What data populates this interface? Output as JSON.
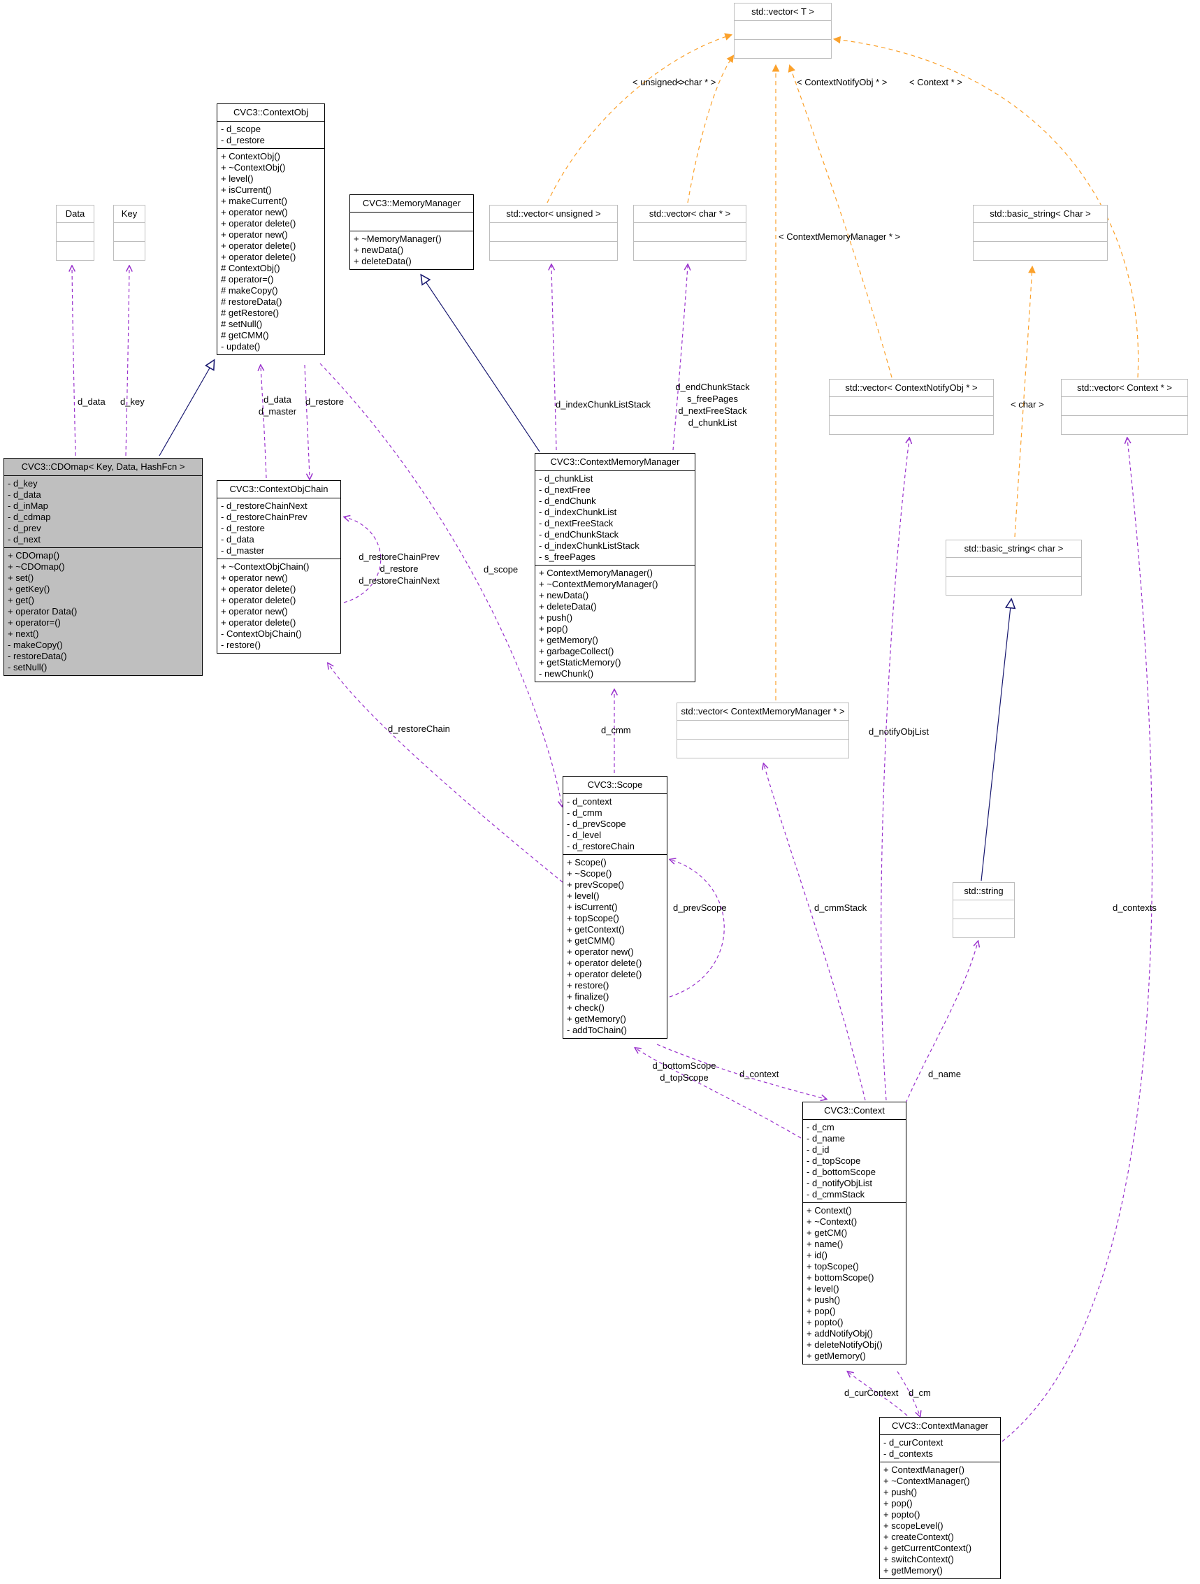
{
  "colors": {
    "usage_edge": "#9a32cd",
    "inheritance_edge": "#191970",
    "template_edge": "#fba12b",
    "focus_class_fill": "#bfbfbf",
    "class_border": "#000000",
    "std_class_border": "#bdbdbd"
  },
  "classes": {
    "vector_t": {
      "title": "std::vector< T >",
      "attributes": [],
      "methods": []
    },
    "data": {
      "title": "Data",
      "attributes": [],
      "methods": []
    },
    "key": {
      "title": "Key",
      "attributes": [],
      "methods": []
    },
    "context_obj": {
      "title": "CVC3::ContextObj",
      "attributes": [
        "- d_scope",
        "- d_restore"
      ],
      "methods": [
        "+ ContextObj()",
        "+ ~ContextObj()",
        "+ level()",
        "+ isCurrent()",
        "+ makeCurrent()",
        "+ operator new()",
        "+ operator delete()",
        "+ operator new()",
        "+ operator delete()",
        "+ operator delete()",
        "# ContextObj()",
        "# operator=()",
        "# makeCopy()",
        "# restoreData()",
        "# getRestore()",
        "# setNull()",
        "# getCMM()",
        "- update()"
      ]
    },
    "memory_manager": {
      "title": "CVC3::MemoryManager",
      "attributes": [],
      "methods": [
        "+ ~MemoryManager()",
        "+ newData()",
        "+ deleteData()"
      ]
    },
    "vector_unsigned": {
      "title": "std::vector< unsigned >",
      "attributes": [],
      "methods": []
    },
    "vector_char_ptr": {
      "title": "std::vector< char * >",
      "attributes": [],
      "methods": []
    },
    "basic_string_big_char": {
      "title": "std::basic_string< Char >",
      "attributes": [],
      "methods": []
    },
    "cdomap": {
      "title": "CVC3::CDOmap< Key, Data, HashFcn >",
      "attributes": [
        "- d_key",
        "- d_data",
        "- d_inMap",
        "- d_cdmap",
        "- d_prev",
        "- d_next"
      ],
      "methods": [
        "+ CDOmap()",
        "+ ~CDOmap()",
        "+ set()",
        "+ getKey()",
        "+ get()",
        "+ operator Data()",
        "+ operator=()",
        "+ next()",
        "- makeCopy()",
        "- restoreData()",
        "- setNull()"
      ]
    },
    "context_obj_chain": {
      "title": "CVC3::ContextObjChain",
      "attributes": [
        "- d_restoreChainNext",
        "- d_restoreChainPrev",
        "- d_restore",
        "- d_data",
        "- d_master"
      ],
      "methods": [
        "+ ~ContextObjChain()",
        "+ operator new()",
        "+ operator delete()",
        "+ operator delete()",
        "+ operator new()",
        "+ operator delete()",
        "- ContextObjChain()",
        "- restore()"
      ]
    },
    "context_memory_manager": {
      "title": "CVC3::ContextMemoryManager",
      "attributes": [
        "- d_chunkList",
        "- d_nextFree",
        "- d_endChunk",
        "- d_indexChunkList",
        "- d_nextFreeStack",
        "- d_endChunkStack",
        "- d_indexChunkListStack",
        "- s_freePages"
      ],
      "methods": [
        "+ ContextMemoryManager()",
        "+ ~ContextMemoryManager()",
        "+ newData()",
        "+ deleteData()",
        "+ push()",
        "+ pop()",
        "+ getMemory()",
        "+ garbageCollect()",
        "+ getStaticMemory()",
        "- newChunk()"
      ]
    },
    "vector_context_notify_obj": {
      "title": "std::vector< ContextNotifyObj * >",
      "attributes": [],
      "methods": []
    },
    "vector_context_ptr": {
      "title": "std::vector< Context * >",
      "attributes": [],
      "methods": []
    },
    "basic_string_char": {
      "title": "std::basic_string< char >",
      "attributes": [],
      "methods": []
    },
    "vector_cmm_ptr": {
      "title": "std::vector< ContextMemoryManager * >",
      "attributes": [],
      "methods": []
    },
    "scope": {
      "title": "CVC3::Scope",
      "attributes": [
        "- d_context",
        "- d_cmm",
        "- d_prevScope",
        "- d_level",
        "- d_restoreChain"
      ],
      "methods": [
        "+ Scope()",
        "+ ~Scope()",
        "+ prevScope()",
        "+ level()",
        "+ isCurrent()",
        "+ topScope()",
        "+ getContext()",
        "+ getCMM()",
        "+ operator new()",
        "+ operator delete()",
        "+ operator delete()",
        "+ restore()",
        "+ finalize()",
        "+ check()",
        "+ getMemory()",
        "- addToChain()"
      ]
    },
    "std_string": {
      "title": "std::string",
      "attributes": [],
      "methods": []
    },
    "context": {
      "title": "CVC3::Context",
      "attributes": [
        "- d_cm",
        "- d_name",
        "- d_id",
        "- d_topScope",
        "- d_bottomScope",
        "- d_notifyObjList",
        "- d_cmmStack"
      ],
      "methods": [
        "+ Context()",
        "+ ~Context()",
        "+ getCM()",
        "+ name()",
        "+ id()",
        "+ topScope()",
        "+ bottomScope()",
        "+ level()",
        "+ push()",
        "+ pop()",
        "+ popto()",
        "+ addNotifyObj()",
        "+ deleteNotifyObj()",
        "+ getMemory()"
      ]
    },
    "context_manager": {
      "title": "CVC3::ContextManager",
      "attributes": [
        "- d_curContext",
        "- d_contexts"
      ],
      "methods": [
        "+ ContextManager()",
        "+ ~ContextManager()",
        "+ push()",
        "+ pop()",
        "+ popto()",
        "+ scopeLevel()",
        "+ createContext()",
        "+ getCurrentContext()",
        "+ switchContext()",
        "+ getMemory()"
      ]
    }
  },
  "edge_labels": {
    "d_data": "d_data",
    "d_key": "d_key",
    "chain_links": [
      "d_data",
      "d_master"
    ],
    "d_restore": "d_restore",
    "chain_self": [
      "d_restoreChainPrev",
      "d_restore",
      "d_restoreChainNext"
    ],
    "d_scope": "d_scope",
    "d_indexChunkListStack": "d_indexChunkListStack",
    "mm_vec": [
      "d_endChunkStack",
      "s_freePages",
      "d_nextFreeStack",
      "d_chunkList"
    ],
    "tpl_unsigned": "< unsigned >",
    "tpl_char_ptr": "< char * >",
    "tpl_context_notify_obj": "< ContextNotifyObj * >",
    "tpl_context_ptr": "< Context * >",
    "tpl_context_memory_manager": "< ContextMemoryManager * >",
    "tpl_char": "< char >",
    "d_cmm": "d_cmm",
    "d_restoreChain": "d_restoreChain",
    "d_prevScope": "d_prevScope",
    "d_cmmStack": "d_cmmStack",
    "d_notifyObjList": "d_notifyObjList",
    "scope_links": [
      "d_bottomScope",
      "d_topScope"
    ],
    "d_context": "d_context",
    "d_name": "d_name",
    "d_curContext": "d_curContext",
    "d_cm": "d_cm",
    "d_contexts": "d_contexts"
  }
}
